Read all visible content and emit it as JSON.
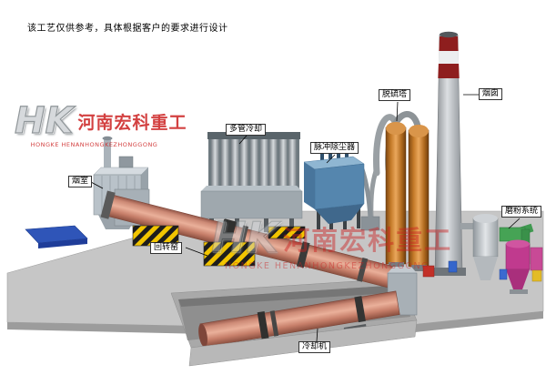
{
  "disclaimer": "该工艺仅供参考，具体根据客户的要求进行设计",
  "watermark": {
    "logo": "HK",
    "brand_cn": "河南宏科重工",
    "brand_en": "HONGKE HENANHONGKEZHONGGONG"
  },
  "labels": {
    "smoke_chamber": "烟室",
    "multi_tube_cooler": "多管冷却",
    "pulse_dust_collector": "脉冲除尘器",
    "desulfurization_tower": "脱硫塔",
    "chimney": "烟囱",
    "grinding_system": "磨粉系统",
    "rotary_kiln": "回转窑",
    "cooling_machine": "冷却机"
  },
  "colors": {
    "kiln-salmon": "#cf8472",
    "collector-blue": "#5586ae",
    "tower-orange": "#c47a28",
    "chimney-red": "#8e1e1e",
    "hazard-yellow": "#f2c500",
    "ground-gray": "#c6c6c6",
    "brand-red": "#cc2020"
  }
}
